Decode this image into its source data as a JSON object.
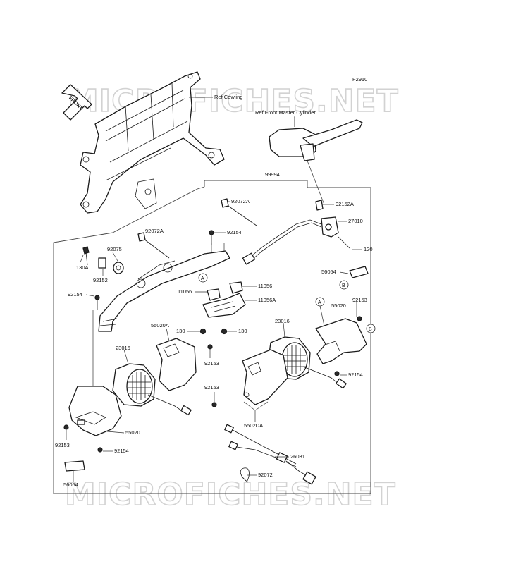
{
  "diagram": {
    "code": "F2910",
    "watermark_text": "MICROFICHES.NET",
    "front_marker": "FRONT",
    "refs": {
      "cowling": "Ref.Cowling",
      "master_cylinder": "Ref.Front Master Cylinder"
    },
    "callouts": {
      "A": "A",
      "B": "B"
    },
    "labels": {
      "p99994": "99994",
      "p92152A": "92152A",
      "p27010": "27010",
      "p120": "120",
      "p92072A_top": "92072A",
      "p92072A_left": "92072A",
      "p92154_top": "92154",
      "p92075": "92075",
      "p130A": "130A",
      "p92152": "92152",
      "p92154_left": "92154",
      "p56054_right": "56054",
      "p11056_right": "11056",
      "p11056_left": "11056",
      "p11056A": "11056A",
      "p55020_right": "55020",
      "p92153_right": "92153",
      "p23016_right": "23016",
      "p55020A": "55020A",
      "p130_left": "130",
      "p130_right": "130",
      "p23016_left": "23016",
      "p92153_mid": "92153",
      "p92154_right": "92154",
      "p92153_lower": "92153",
      "p5502DA": "5502DA",
      "p55020_left": "55020",
      "p92153_left": "92153",
      "p92154_bottom": "92154",
      "p26031": "26031",
      "p92072": "92072",
      "p56054_left": "56054"
    }
  }
}
